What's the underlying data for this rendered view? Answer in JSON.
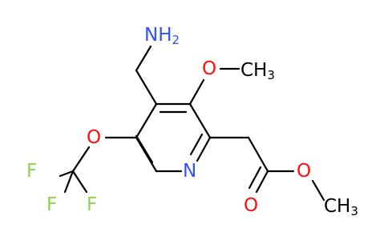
{
  "molecule": {
    "colors": {
      "carbon": "#000000",
      "oxygen": "#ff0d0d",
      "nitrogen": "#3050f8",
      "fluorine": "#90d050"
    },
    "labels": {
      "amine": {
        "main": "NH",
        "sub": "2"
      },
      "methoxy_o": "O",
      "methoxy_ch3": {
        "main": "CH",
        "sub": "3"
      },
      "ether_o": "O",
      "ring_n": "N",
      "f_top": "F",
      "f_left": "F",
      "f_right": "F",
      "ester_o_single": "O",
      "ester_o_double": "O",
      "ester_ch3": {
        "main": "CH",
        "sub": "3"
      }
    }
  }
}
